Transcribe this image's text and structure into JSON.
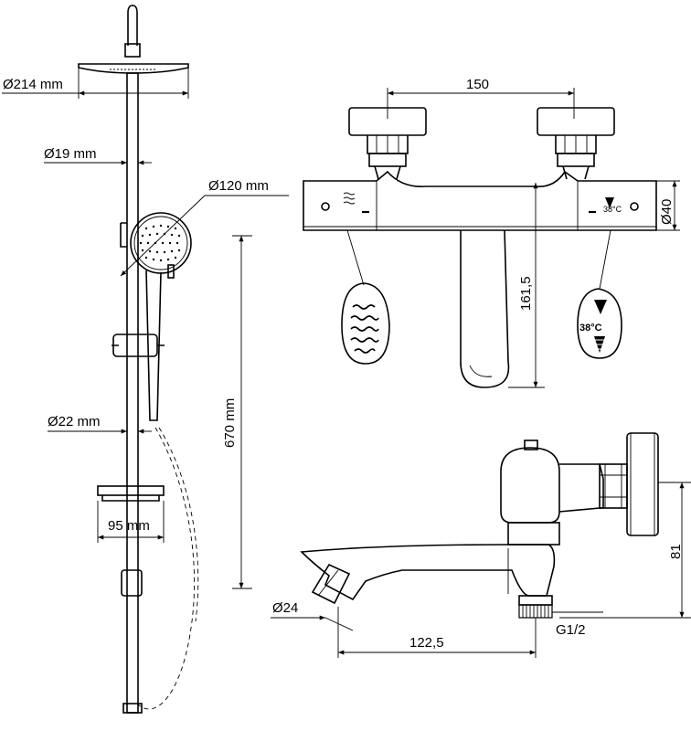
{
  "dimensions": {
    "head_diameter": "Ø214 mm",
    "rod_diameter": "Ø19 mm",
    "hand_shower_diameter": "Ø120 mm",
    "bar_diameter": "Ø22 mm",
    "holder_width": "95 mm",
    "rail_height": "670 mm",
    "valve_spacing": "150",
    "body_diameter": "Ø40",
    "spout_reach_height": "161,5",
    "outlet_diameter": "Ø24",
    "spout_length": "122,5",
    "inlet_height": "81",
    "thread": "G1/2"
  },
  "labels": {
    "temp_small": "38°C",
    "temp_large": "38°C"
  }
}
